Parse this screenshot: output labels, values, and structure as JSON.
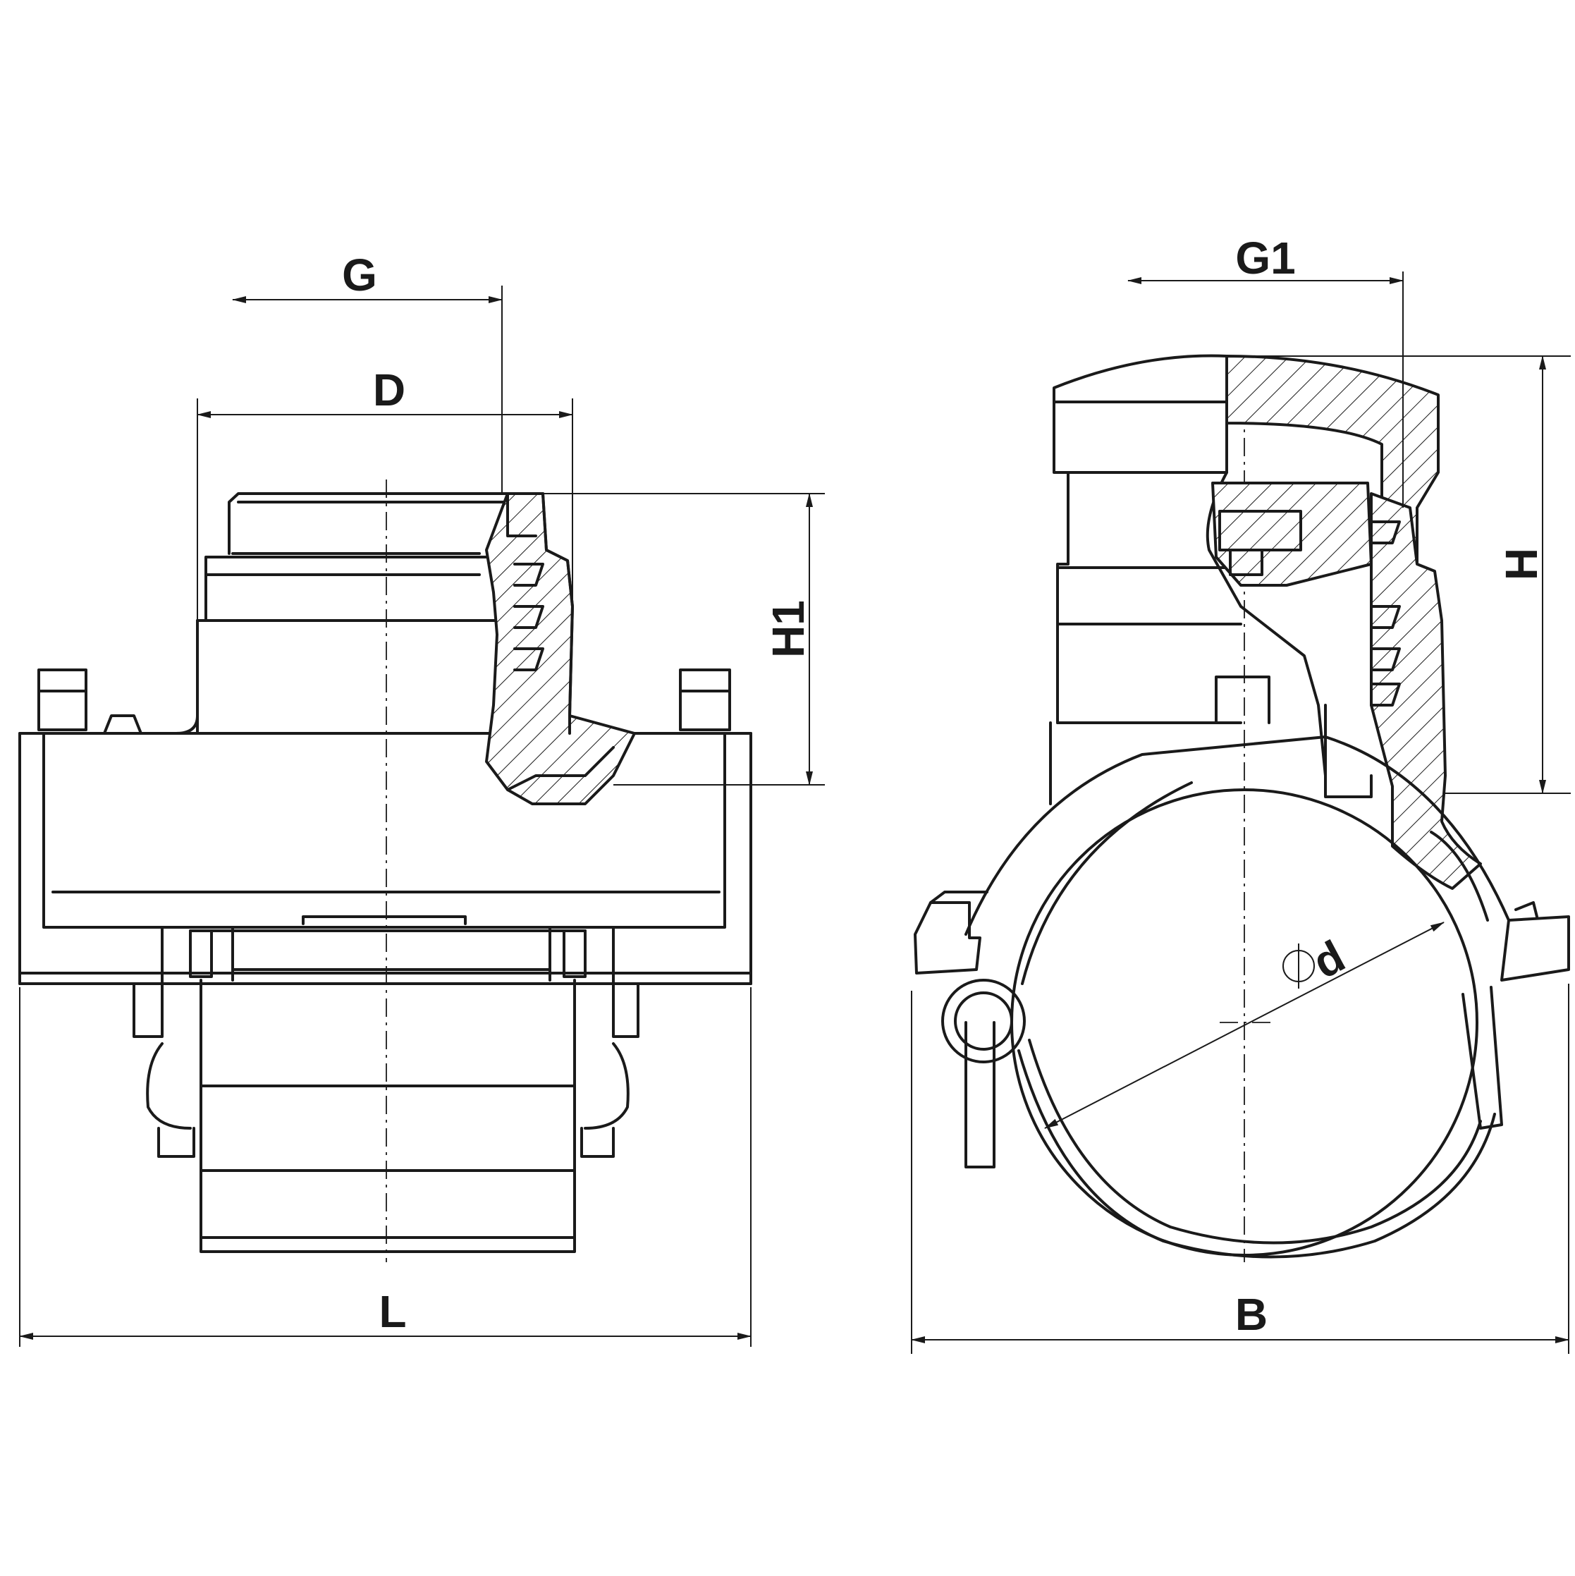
{
  "dimensions": {
    "G": "G",
    "D": "D",
    "H1": "H1",
    "L": "L",
    "G1": "G1",
    "H": "H",
    "B": "B",
    "d": "d"
  }
}
